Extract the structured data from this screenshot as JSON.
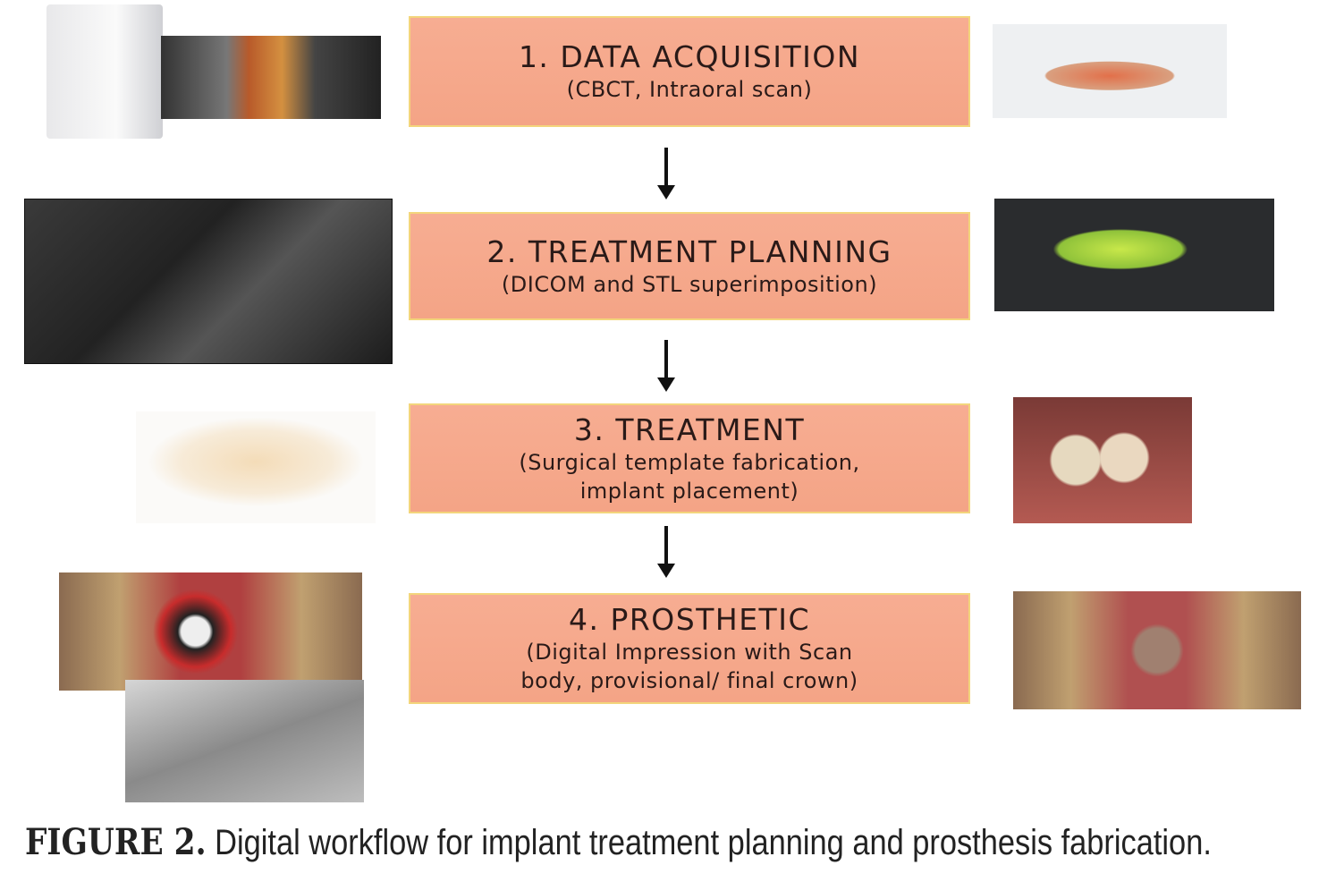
{
  "steps": [
    {
      "title": "1. DATA ACQUISITION",
      "subtitle": "(CBCT, Intraoral scan)"
    },
    {
      "title": "2. TREATMENT PLANNING",
      "subtitle": "(DICOM and STL superimposition)"
    },
    {
      "title": "3. TREATMENT",
      "subtitle": "(Surgical template fabrication,",
      "subtitle2": "implant placement)"
    },
    {
      "title": "4. PROSTHETIC",
      "subtitle": "(Digital Impression with Scan",
      "subtitle2": "body, provisional/ final crown)"
    }
  ],
  "caption": {
    "label": "FIGURE 2.",
    "text": " Digital workflow for implant treatment planning and prosthesis fabrication."
  },
  "colors": {
    "box_fill": "#f6a98c",
    "box_border": "#f3d57c",
    "arrow": "#111111"
  }
}
